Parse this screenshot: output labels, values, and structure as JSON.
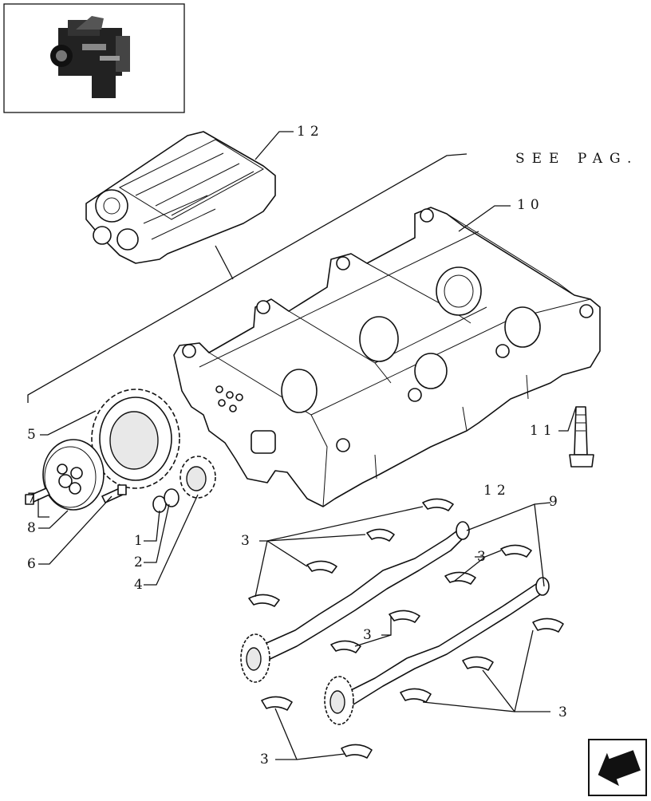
{
  "diagram": {
    "reference_text": "SEE PAG.",
    "labels": {
      "l1": "1",
      "l2": "2",
      "l3a": "3",
      "l3b": "3",
      "l3c": "3",
      "l3d": "3",
      "l3e": "3",
      "l4": "4",
      "l5": "5",
      "l6": "6",
      "l7": "7",
      "l8": "8",
      "l9": "9",
      "l10": "10",
      "l11": "11",
      "l12a": "12",
      "l12b": "12"
    }
  },
  "navigation": {
    "icon": "back-arrow-icon"
  }
}
